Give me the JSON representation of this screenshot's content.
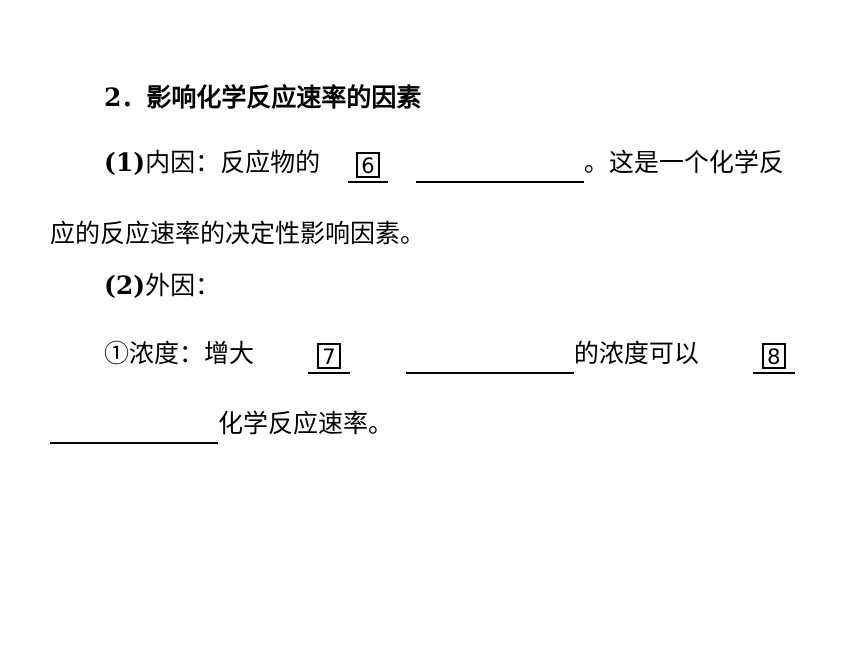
{
  "heading": {
    "number": "2．",
    "text": "影响化学反应速率的因素"
  },
  "internal": {
    "number": "(1)",
    "label": "内因：反应物的",
    "blank_marker": "6",
    "after_blank": "。这是一个化学反",
    "continuation": "应的反应速率的决定性影响因素。"
  },
  "external": {
    "number": "(2)",
    "label": "外因："
  },
  "concentration": {
    "label": "①浓度：增大",
    "blank_marker_1": "7",
    "middle": "的浓度可以",
    "blank_marker_2": "8",
    "continuation": "化学反应速率。"
  }
}
